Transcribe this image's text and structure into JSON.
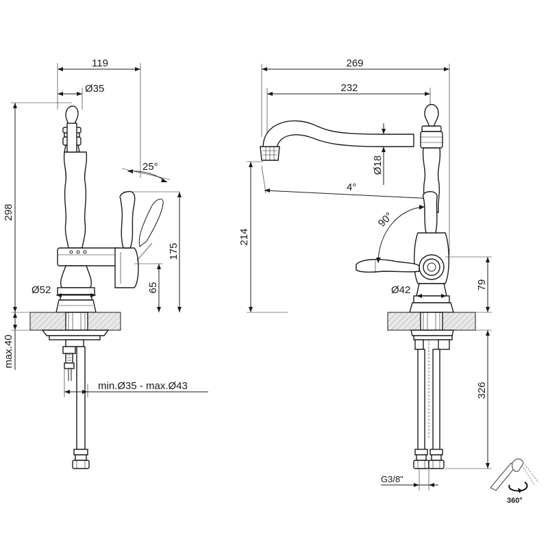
{
  "side_view": {
    "dim_width_total": "119",
    "dim_handle_diameter": "Ø35",
    "dim_height_total": "298",
    "dim_lever_angle": "25°",
    "dim_lever_height": "175",
    "dim_base_height": "65",
    "dim_base_diameter": "Ø52",
    "dim_deck_thickness": "max.40",
    "dim_hole_diameter": "min.Ø35 - max.Ø43"
  },
  "front_view": {
    "dim_width_total": "269",
    "dim_spout_reach": "232",
    "dim_spout_diameter": "Ø18",
    "dim_spout_angle": "4°",
    "dim_lever_rotation": "90°",
    "dim_spout_height": "214",
    "dim_body_diameter": "Ø42",
    "dim_lever_axis_height": "79",
    "dim_hose_length": "326",
    "dim_connection": "G3/8\""
  },
  "rotation_badge": {
    "label": "360°"
  }
}
